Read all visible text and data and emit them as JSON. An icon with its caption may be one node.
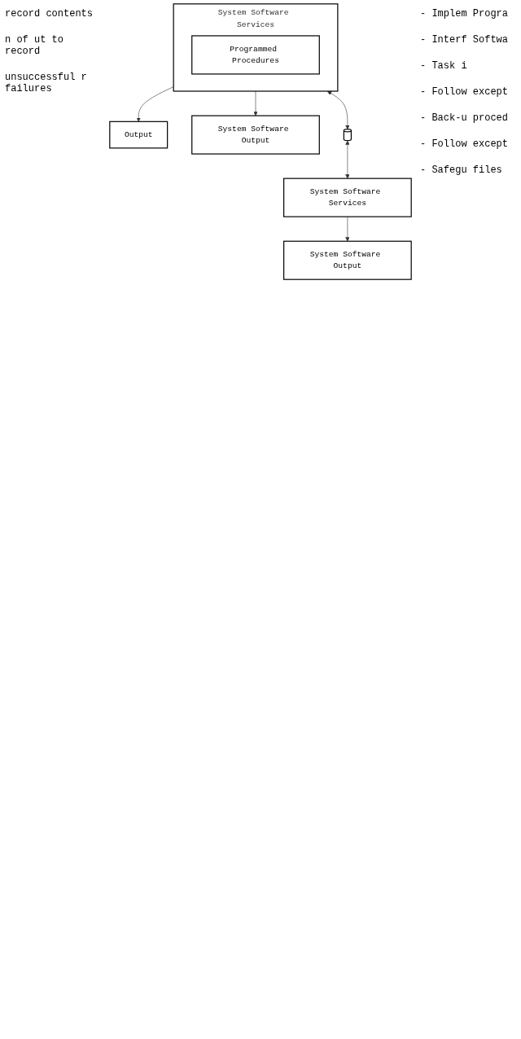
{
  "diagram": {
    "nodes": [
      {
        "text": [
          "System Software Services"
        ]
      },
      {
        "text": [
          "Programmed Procedures"
        ],
        "in": 0
      },
      {
        "text": [
          "Output"
        ]
      },
      {
        "text": [
          "System Software Output"
        ]
      },
      {
        "text": [],
        "shape": "cylinder"
      },
      {
        "text": [
          "System Software Services"
        ]
      },
      {
        "text": [
          "System Software Output"
        ]
      }
    ],
    "edges": [
      {
        "from": 0,
        "to": 2,
        "arrow": "to"
      },
      {
        "from": 0,
        "to": 3,
        "arrow": "to"
      },
      {
        "from": 0,
        "to": 4,
        "arrow": "both"
      },
      {
        "from": 4,
        "to": 5,
        "arrow": "both"
      },
      {
        "from": 5,
        "to": 6,
        "arrow": "to"
      }
    ],
    "labels": [
      "record contents",
      "n of ut to record",
      "- Implem Progra",
      "- Interf Softwa",
      "- Task i",
      "- Follow except",
      "unsuccessful r failures",
      "- Back-u proced",
      "- Follow except",
      "- Safegu files"
    ]
  }
}
